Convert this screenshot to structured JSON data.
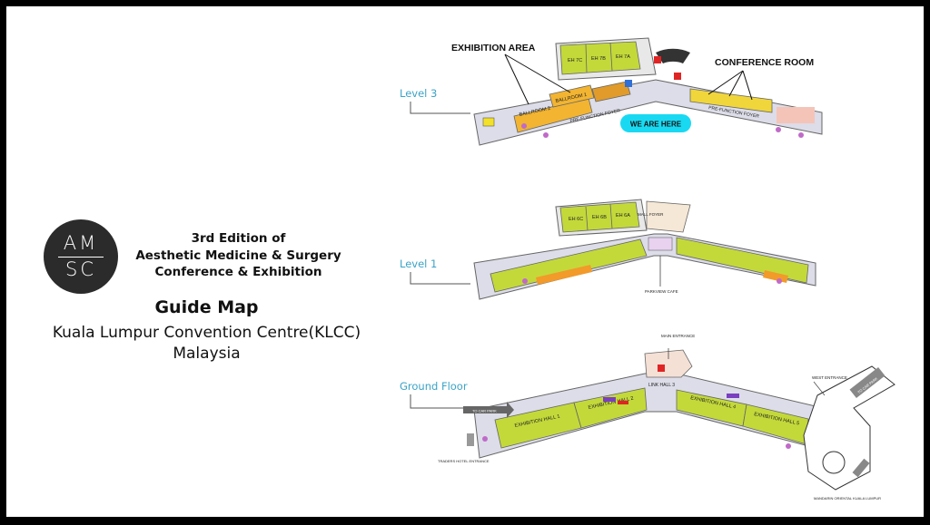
{
  "logo": {
    "line1": "AM",
    "line2": "SC"
  },
  "event": {
    "edition": "3rd Edition of",
    "name_line1": "Aesthetic Medicine & Surgery",
    "name_line2": "Conference & Exhibition"
  },
  "guide": {
    "title": "Guide Map",
    "venue": "Kuala Lumpur Convention Centre(KLCC)",
    "country": "Malaysia"
  },
  "levels": {
    "level3": "Level 3",
    "level1": "Level 1",
    "ground": "Ground Floor"
  },
  "level3_map": {
    "exhibition_area": "EXHIBITION AREA",
    "conference_room": "CONFERENCE ROOM",
    "we_are_here": "WE ARE HERE",
    "ballroom1": "BALLROOM 1",
    "ballroom2": "BALLROOM 2",
    "foyer_left": "PRE-FUNCTION FOYER",
    "foyer_right": "PRE-FUNCTION FOYER",
    "eh7c": "EH 7C",
    "eh7b": "EH 7B",
    "eh7a": "EH 7A"
  },
  "level1_map": {
    "eh6c": "EH 6C",
    "eh6b": "EH 6B",
    "eh6a": "EH 6A",
    "mall_foyer": "MALL FOYER",
    "parkview_cafe": "PARKVIEW CAFE"
  },
  "ground_map": {
    "main_entrance": "MAIN ENTRANCE",
    "link_hall": "LINK HALL 3",
    "hall1": "EXHIBITION HALL 1",
    "hall2": "EXHIBITION HALL 2",
    "hall4": "EXHIBITION HALL 4",
    "hall5": "EXHIBITION HALL 5",
    "to_car_park": "TO CAR PARK",
    "traders_hotel": "TRADERS HOTEL ENTRANCE",
    "west_entrance": "WEST ENTRANCE",
    "mandarin_oriental": "MANDARIN ORIENTAL KUALA LUMPUR",
    "to_car_park_right": "TO CAR PARK"
  },
  "colors": {
    "accent_blue": "#3aa3c7",
    "here_cyan": "#19d9f2",
    "hall_green": "#c3d93a",
    "ballroom_yellow": "#f2b431",
    "floor_grey": "#dcdde8"
  }
}
